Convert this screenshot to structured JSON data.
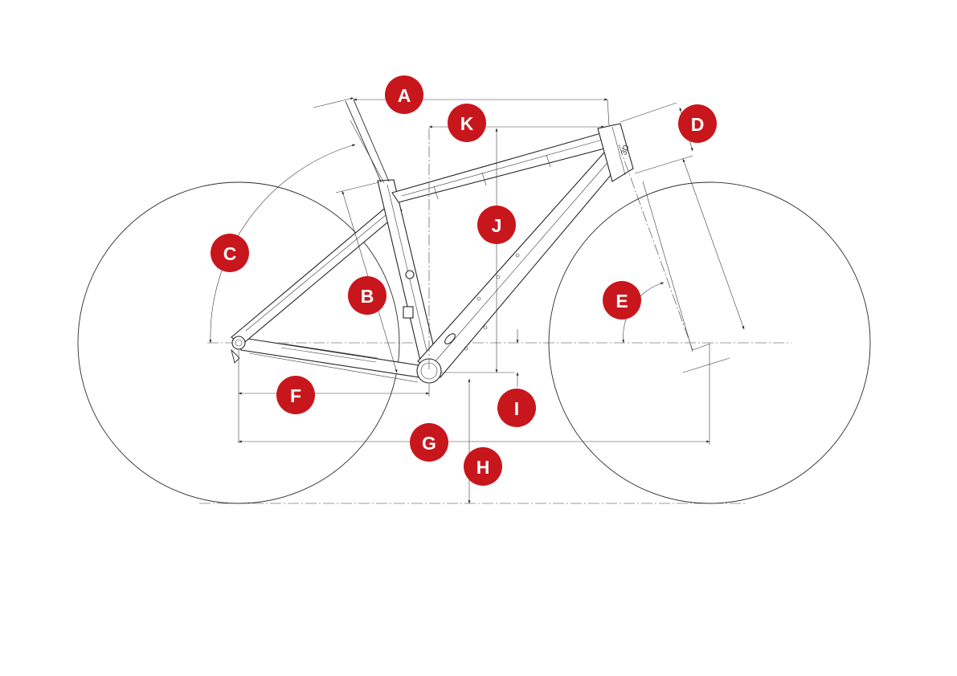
{
  "colors": {
    "badge": "#c8161d",
    "line": "#2a2a2a",
    "background": "#ffffff"
  },
  "labels": {
    "A": "A",
    "B": "B",
    "C": "C",
    "D": "D",
    "E": "E",
    "F": "F",
    "G": "G",
    "H": "H",
    "I": "I",
    "J": "J",
    "K": "K"
  },
  "drawing": {
    "fork_marking": "3D"
  }
}
